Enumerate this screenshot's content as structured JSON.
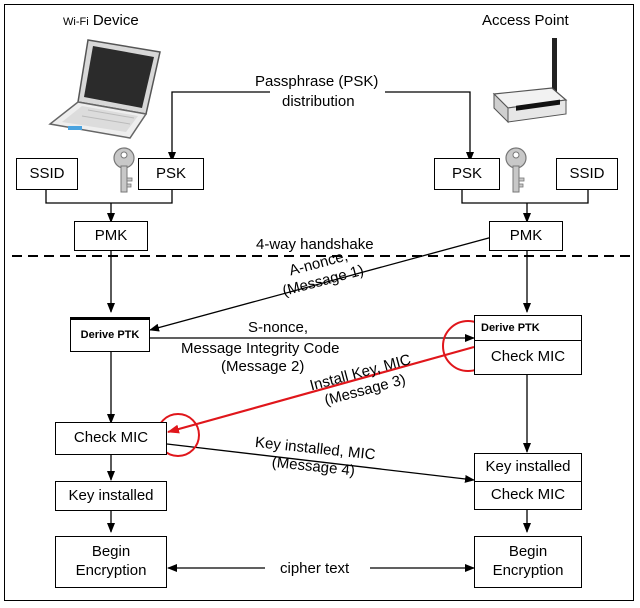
{
  "device_title": "Device",
  "device_title_prefix": "Wi-Fi",
  "ap_title": "Access Point",
  "passphrase_label": "Passphrase (PSK)",
  "distribution_label": "distribution",
  "left": {
    "ssid": "SSID",
    "psk": "PSK",
    "pmk": "PMK",
    "derive_ptk": "Derive PTK",
    "check_mic": "Check MIC",
    "key_installed": "Key installed",
    "begin_encryption": [
      "Begin",
      "Encryption"
    ]
  },
  "right": {
    "psk": "PSK",
    "ssid": "SSID",
    "pmk": "PMK",
    "derive_ptk": "Derive PTK",
    "check_mic_top": "Check MIC",
    "key_installed": "Key installed",
    "check_mic_bottom": "Check MIC",
    "begin_encryption": [
      "Begin",
      "Encryption"
    ]
  },
  "handshake_label": "4-way handshake",
  "messages": {
    "m1": [
      "A-nonce,",
      "(Message 1)"
    ],
    "m2": [
      "S-nonce,",
      "Message Integrity Code",
      "(Message 2)"
    ],
    "m3": [
      "Install Key, MIC",
      "(Message 3)"
    ],
    "m4": [
      "Key installed, MIC",
      "(Message 4)"
    ]
  },
  "cipher_text": "cipher text",
  "colors": {
    "highlight": "#e0161b",
    "line": "#000000"
  },
  "icons": [
    "laptop-icon",
    "access-point-icon",
    "key-icon"
  ]
}
